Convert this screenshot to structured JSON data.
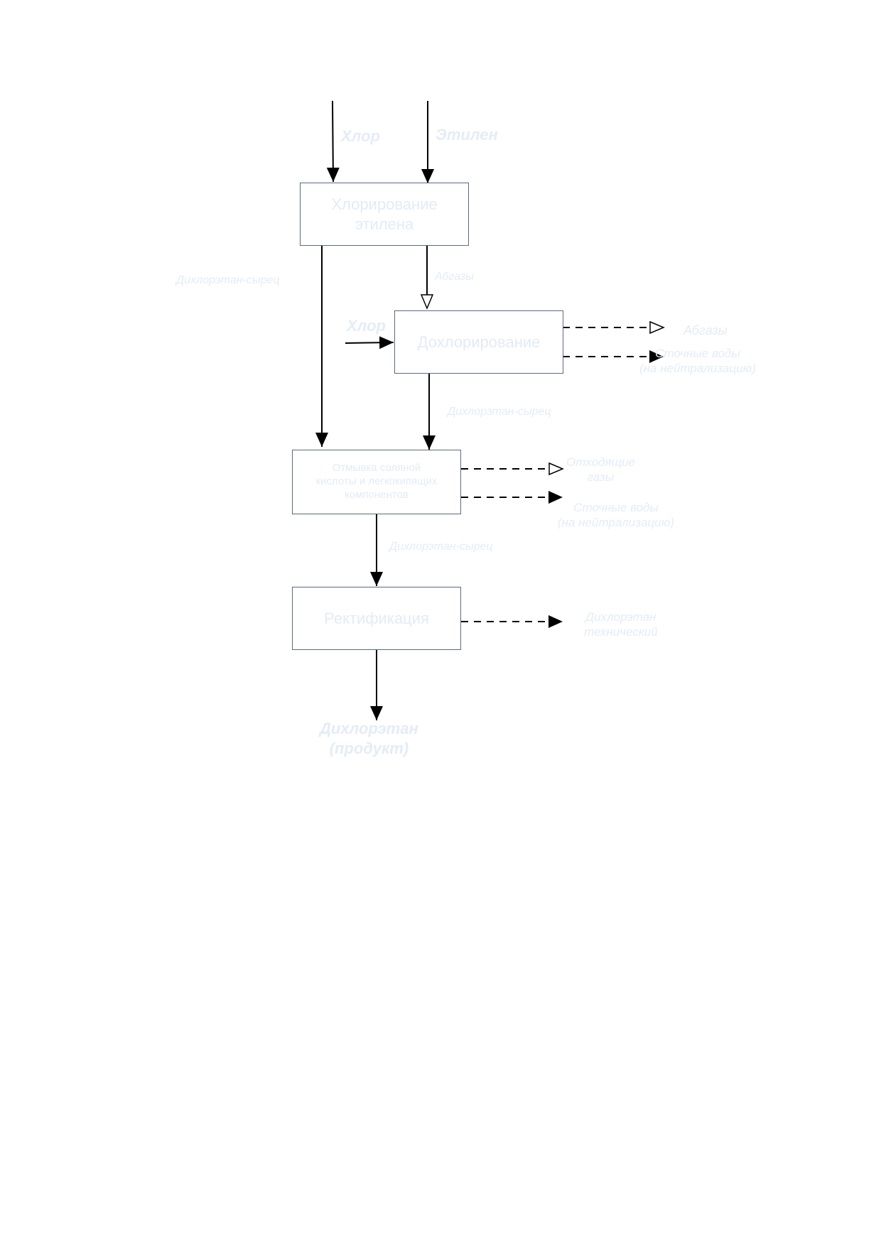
{
  "diagram": {
    "colors": {
      "line": "#000000",
      "box_border": "#5a6a80",
      "text": "#e3ebf6"
    },
    "inputs": {
      "chlorine_top": "Хлор",
      "ethylene": "Этилен",
      "chlorine_side": "Хлор"
    },
    "boxes": {
      "chlorination": "Хлорирование\nэтилена",
      "postchlorination": "Дохлорирование",
      "washing": "Отмывка соляной\nкислоты и легкокипящих\nкомпонентов",
      "rectification": "Ректификация"
    },
    "flows": {
      "dce_raw_left": "Дихлорэтан-сырец",
      "abgases_1": "Абгазы",
      "abgases_2": "Абгазы",
      "wastewater_1": "Сточные воды\n(на нейтрализацию)",
      "dce_raw_middle": "Дихлорэтан-сырец",
      "offgases": "Отходящие\nгазы",
      "wastewater_2": "Сточные воды\n(на нейтрализацию)",
      "dce_raw_bottom": "Дихлорэтан-сырец",
      "dce_technical": "Дихлорэтан\nтехнический",
      "product": "Дихлорэтан\n(продукт)"
    }
  }
}
